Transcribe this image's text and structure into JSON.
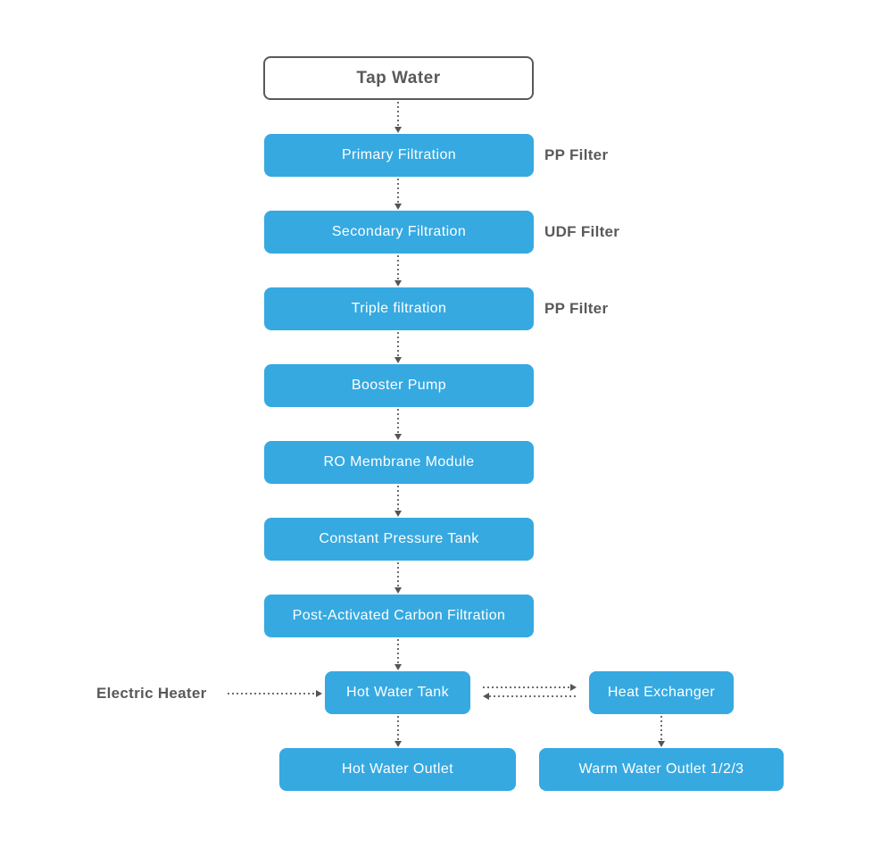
{
  "diagram": {
    "type": "flowchart",
    "subject": "water-purification-and-heating-process"
  },
  "colors": {
    "process_fill": "#36a9e1",
    "process_text": "#ffffff",
    "start_fill": "#ffffff",
    "start_border": "#595959",
    "label_text": "#595959",
    "arrow": "#6e6e6e",
    "background": "#ffffff"
  },
  "nodes": {
    "tap_water": {
      "label": "Tap Water"
    },
    "primary_filtration": {
      "label": "Primary Filtration"
    },
    "secondary_filtration": {
      "label": "Secondary Filtration"
    },
    "triple_filtration": {
      "label": "Triple filtration"
    },
    "booster_pump": {
      "label": "Booster Pump"
    },
    "ro_membrane_module": {
      "label": "RO Membrane Module"
    },
    "constant_pressure_tank": {
      "label": "Constant Pressure Tank"
    },
    "post_activated_carbon_filtration": {
      "label": "Post-Activated Carbon Filtration"
    },
    "hot_water_tank": {
      "label": "Hot Water Tank"
    },
    "heat_exchanger": {
      "label": "Heat Exchanger"
    },
    "hot_water_outlet": {
      "label": "Hot Water Outlet"
    },
    "warm_water_outlet": {
      "label": "Warm Water Outlet 1/2/3"
    }
  },
  "annotations": {
    "primary_filter_type": "PP Filter",
    "secondary_filter_type": "UDF Filter",
    "triple_filter_type": "PP Filter",
    "electric_heater": "Electric Heater"
  }
}
